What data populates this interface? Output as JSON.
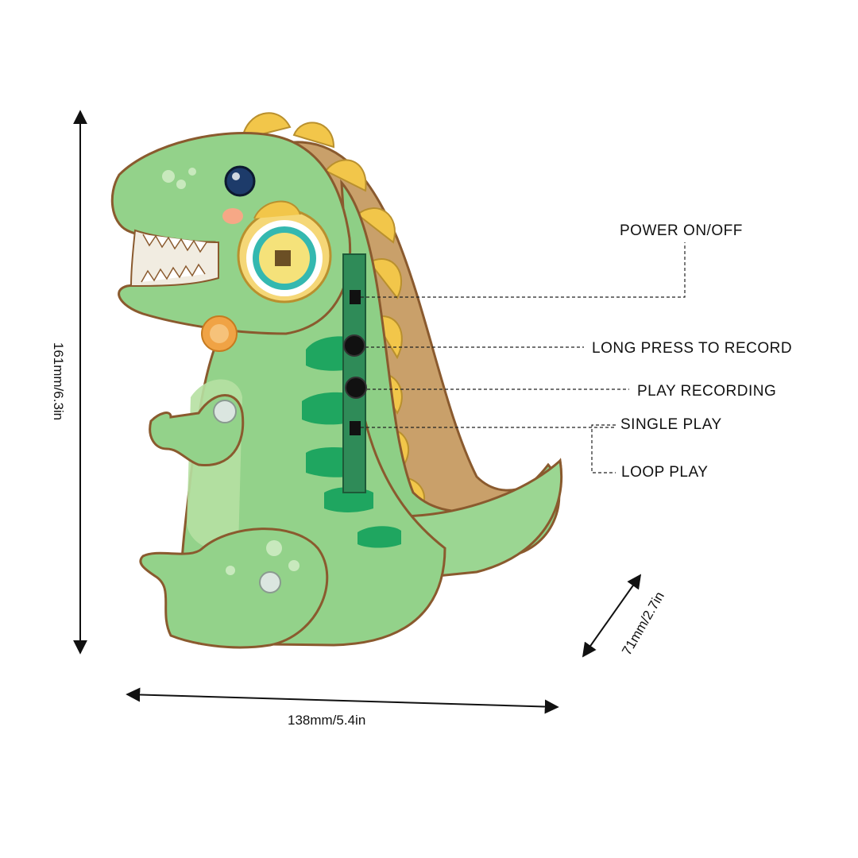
{
  "callouts": {
    "power": "POWER ON/OFF",
    "record": "LONG PRESS TO RECORD",
    "play": "PLAY RECORDING",
    "single": "SINGLE PLAY",
    "loop": "LOOP PLAY"
  },
  "dimensions": {
    "height": "161mm/6.3in",
    "width": "138mm/5.4in",
    "depth": "71mm/2.7in"
  },
  "colors": {
    "body_green": "#93d28a",
    "dark_green": "#1fa660",
    "yellow": "#f2c64a",
    "wood_edge": "#8a5a2e"
  }
}
